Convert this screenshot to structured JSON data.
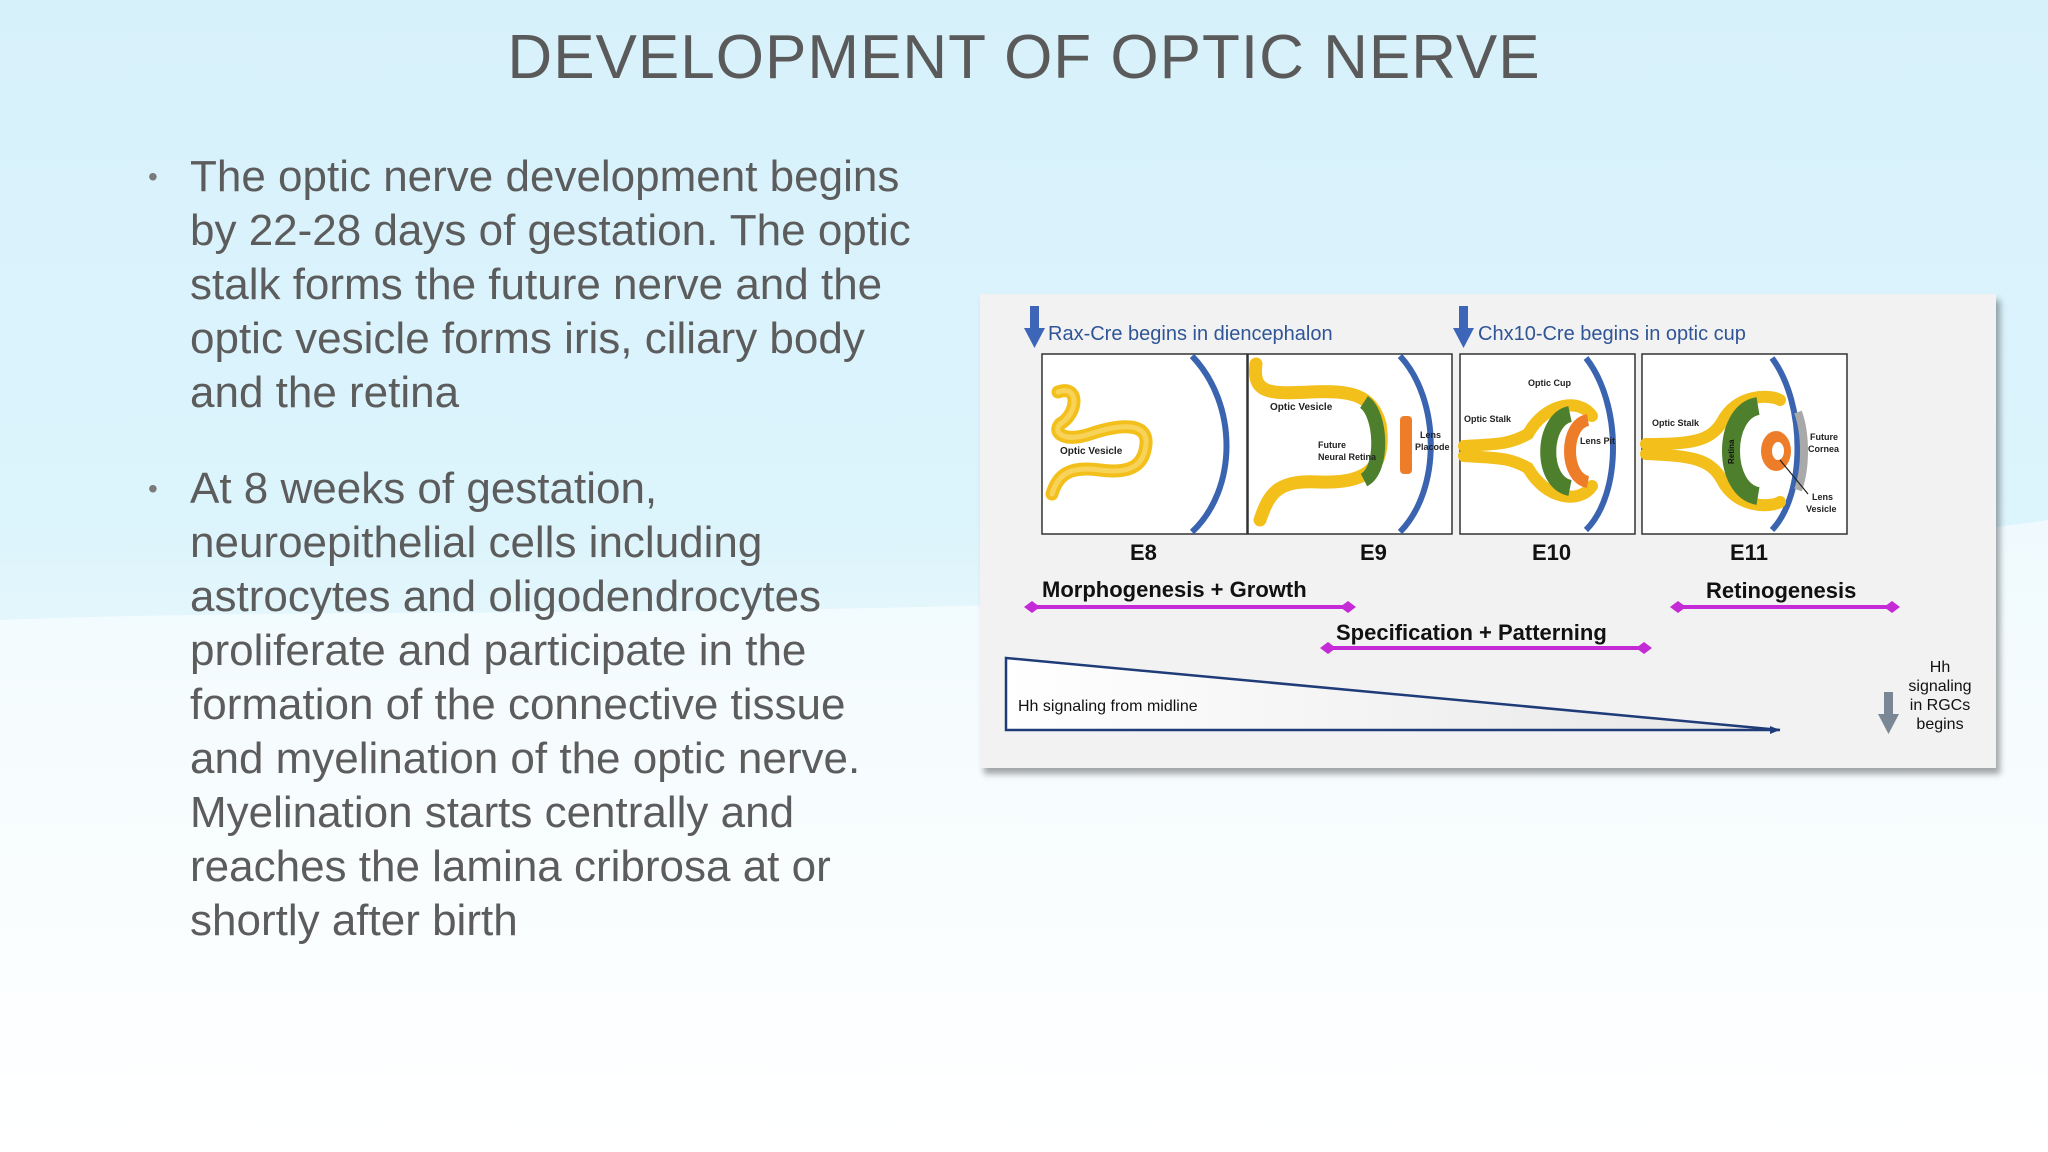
{
  "slide": {
    "title": "DEVELOPMENT OF OPTIC NERVE",
    "bullets": [
      {
        "text": "The optic nerve development begins by 22-28 days of gestation. The optic stalk forms the future nerve and the optic vesicle forms iris, ciliary body and the retina"
      },
      {
        "text": "At 8 weeks of gestation, neuroepithelial cells including astrocytes and oligodendrocytes proliferate and participate in the formation of the connective tissue and myelination of the optic nerve. Myelination starts centrally and reaches the lamina cribrosa at or shortly after birth"
      }
    ]
  },
  "figure": {
    "rax_label": "Rax-Cre begins in diencephalon",
    "chx_label": "Chx10-Cre begins in optic cup",
    "stages": [
      "E8",
      "E9",
      "E10",
      "E11"
    ],
    "panel_labels": {
      "e8_optic_vesicle": "Optic Vesicle",
      "e9_optic_vesicle": "Optic Vesicle",
      "e9_future": "Future",
      "e9_neural_retina": "Neural Retina",
      "e9_lens": "Lens",
      "e9_placode": "Placode",
      "e10_optic_cup": "Optic Cup",
      "e10_optic_stalk": "Optic Stalk",
      "e10_lens_pit": "Lens Pit",
      "e11_optic_stalk": "Optic Stalk",
      "e11_retina": "Retina",
      "e11_future": "Future",
      "e11_cornea": "Cornea",
      "e11_lens": "Lens",
      "e11_vesicle": "Vesicle"
    },
    "phases": {
      "morphogenesis": "Morphogenesis + Growth",
      "specification": "Specification + Patterning",
      "retinogenesis": "Retinogenesis"
    },
    "hh_midline": "Hh signaling from midline",
    "hh_rgc_lines": [
      "Hh",
      "signaling",
      "in RGCs",
      "begins"
    ],
    "colors": {
      "arrow_blue": "#3d66b8",
      "label_blue": "#2f5597",
      "magenta": "#c42ad6",
      "yellow": "#f2bf1b",
      "green": "#4e7f2c",
      "orange": "#ee7d2a",
      "curve_blue": "#3a63b0",
      "navy": "#1f3c78"
    }
  }
}
